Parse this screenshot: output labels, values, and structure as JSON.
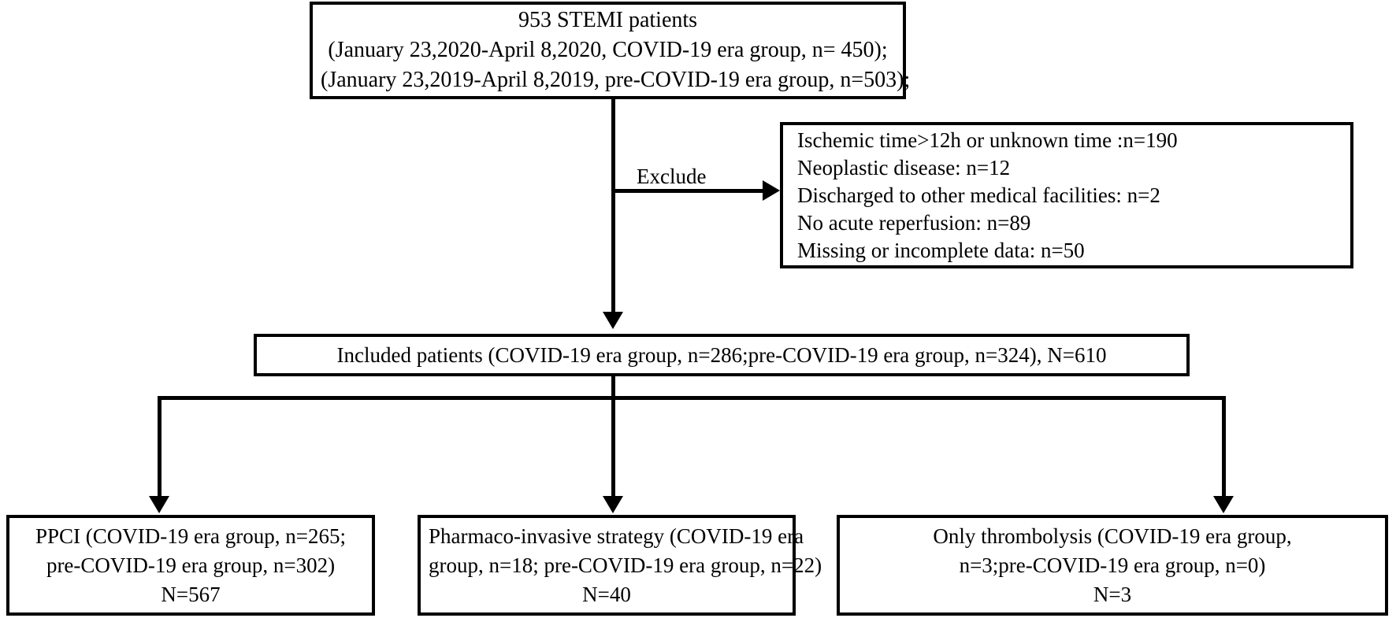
{
  "figure": {
    "type": "flowchart",
    "title": "STEMI patient enrollment flow"
  },
  "nodes": {
    "cohort": {
      "lines": [
        "953 STEMI patients",
        "(January 23,2020-April 8,2020, COVID-19 era group, n= 450);",
        "(January 23,2019-April 8,2019, pre-COVID-19 era group, n=503);"
      ]
    },
    "exclusions": {
      "lines": [
        "Ischemic time>12h or unknown time :n=190",
        "Neoplastic disease: n=12",
        "Discharged to other medical facilities: n=2",
        "No acute reperfusion: n=89",
        "Missing or incomplete data: n=50"
      ]
    },
    "included": {
      "lines": [
        "Included patients (COVID-19 era group, n=286;pre-COVID-19 era group, n=324), N=610"
      ]
    },
    "ppci": {
      "lines": [
        "PPCI (COVID-19 era group, n=265;",
        "pre-COVID-19 era group, n=302)",
        "N=567"
      ]
    },
    "pharmaco": {
      "lines": [
        "Pharmaco-invasive strategy (COVID-19 era",
        "group, n=18; pre-COVID-19 era group, n=22)",
        "N=40"
      ]
    },
    "thrombolysis": {
      "lines": [
        "Only thrombolysis (COVID-19 era group,",
        "n=3;pre-COVID-19 era group, n=0)",
        "N=3"
      ]
    }
  },
  "edges": {
    "exclude_label": "Exclude"
  },
  "colors": {
    "stroke": "#000000",
    "background": "#ffffff",
    "text": "#000000"
  }
}
